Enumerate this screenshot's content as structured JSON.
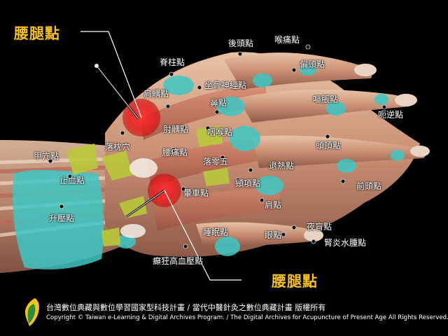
{
  "labels": {
    "yaotui_top": "腰腿點",
    "yaotui_bottom": "腰腿點",
    "houtou": "後頭點",
    "houtong": "喉痛點",
    "jizhu": "脊柱點",
    "piantou": "偏頭點",
    "jianyu": "肩髃點",
    "zuogu": "坐骨神經點",
    "bi": "鼻點",
    "ouzhang": "嘔脹點",
    "eni": "呃逆點",
    "zhouyu": "肘髃點",
    "houlong": "咽喉點",
    "luozhen": "落枕穴",
    "jiayan": "甲亢點",
    "touding": "頭頂點",
    "yaotong": "腰痛點",
    "luoling": "落零五",
    "tuire": "退熱點",
    "zhixue": "止血點",
    "jingxiang": "頸項點",
    "qiantou": "前頭點",
    "yunche": "暈車點",
    "jian": "肩點",
    "shengya": "升壓點",
    "yemang": "夜盲點",
    "shuimian": "睡眠點",
    "yan": "眼點",
    "shenyan": "腎炎水腫點",
    "dianzhuang": "癲狂高血壓點"
  },
  "footer": {
    "cn": "台灣數位典藏與數位學習國家型科技計畫 / 當代中醫針灸之數位典藏計畫 版權所有",
    "en": "Copyright © Taiwan e-Learning & Digital Archives Program. / The Digital Archives for Acupuncture of Present Age All Rights Reserved."
  },
  "colors": {
    "background": "#000000",
    "accent_label": "#f6c21a",
    "highlight": "#e82020",
    "tendon": "#3ec7c4"
  }
}
